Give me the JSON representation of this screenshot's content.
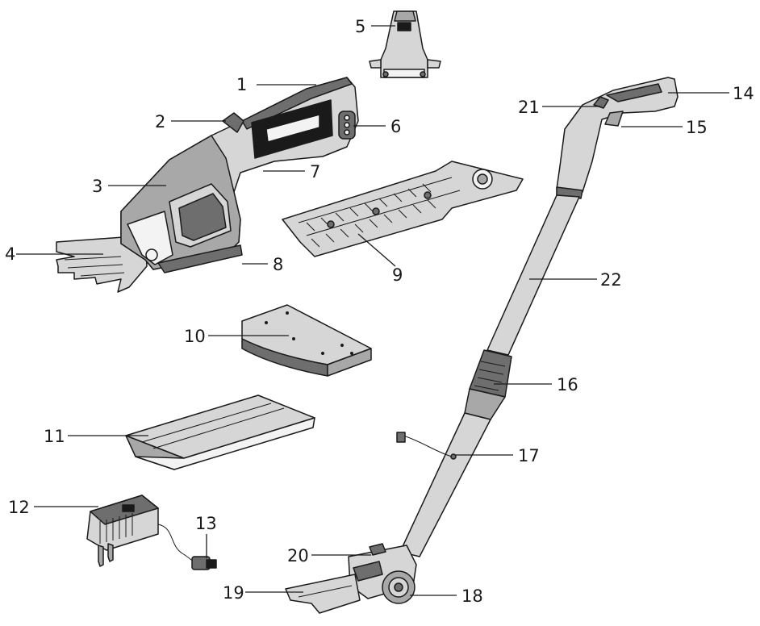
{
  "diagram": {
    "parts": [
      {
        "id": "1",
        "label": "1"
      },
      {
        "id": "2",
        "label": "2"
      },
      {
        "id": "3",
        "label": "3"
      },
      {
        "id": "4",
        "label": "4"
      },
      {
        "id": "5",
        "label": "5"
      },
      {
        "id": "6",
        "label": "6"
      },
      {
        "id": "7",
        "label": "7"
      },
      {
        "id": "8",
        "label": "8"
      },
      {
        "id": "9",
        "label": "9"
      },
      {
        "id": "10",
        "label": "10"
      },
      {
        "id": "11",
        "label": "11"
      },
      {
        "id": "12",
        "label": "12"
      },
      {
        "id": "13",
        "label": "13"
      },
      {
        "id": "14",
        "label": "14"
      },
      {
        "id": "15",
        "label": "15"
      },
      {
        "id": "16",
        "label": "16"
      },
      {
        "id": "17",
        "label": "17"
      },
      {
        "id": "18",
        "label": "18"
      },
      {
        "id": "19",
        "label": "19"
      },
      {
        "id": "20",
        "label": "20"
      },
      {
        "id": "21",
        "label": "21"
      },
      {
        "id": "22",
        "label": "22"
      }
    ]
  }
}
